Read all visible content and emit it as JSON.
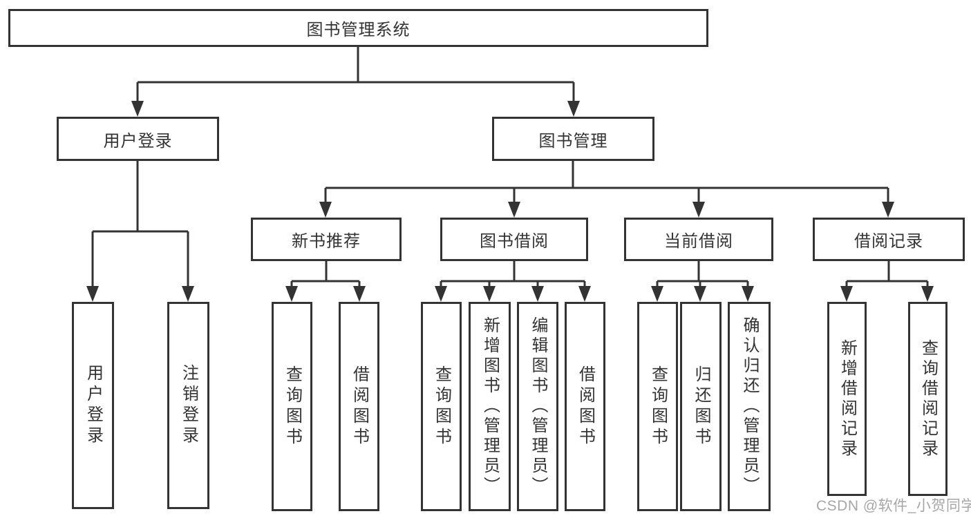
{
  "diagram": {
    "title": "图书管理系统",
    "type": "hierarchy-tree",
    "nodes": {
      "root": {
        "label": "图书管理系统"
      },
      "user_login": {
        "label": "用户登录"
      },
      "book_management": {
        "label": "图书管理"
      },
      "new_book_recommend": {
        "label": "新书推荐"
      },
      "book_borrow": {
        "label": "图书借阅"
      },
      "current_borrow": {
        "label": "当前借阅"
      },
      "borrow_records": {
        "label": "借阅记录"
      },
      "leaf_user_login": {
        "label": "用户登录"
      },
      "leaf_logout": {
        "label": "注销登录"
      },
      "leaf_query_book_a": {
        "label": "查询图书"
      },
      "leaf_borrow_book_a": {
        "label": "借阅图书"
      },
      "leaf_query_book_b": {
        "label": "查询图书"
      },
      "leaf_add_book": {
        "label": "新增图书（管理员）"
      },
      "leaf_edit_book": {
        "label": "编辑图书（管理员）"
      },
      "leaf_borrow_book_b": {
        "label": "借阅图书"
      },
      "leaf_query_book_c": {
        "label": "查询图书"
      },
      "leaf_return_book": {
        "label": "归还图书"
      },
      "leaf_confirm_return": {
        "label": "确认归还（管理员）"
      },
      "leaf_add_record": {
        "label": "新增借阅记录"
      },
      "leaf_query_record": {
        "label": "查询借阅记录"
      }
    },
    "edges": [
      [
        "root",
        "user_login"
      ],
      [
        "root",
        "book_management"
      ],
      [
        "user_login",
        "leaf_user_login"
      ],
      [
        "user_login",
        "leaf_logout"
      ],
      [
        "book_management",
        "new_book_recommend"
      ],
      [
        "book_management",
        "book_borrow"
      ],
      [
        "book_management",
        "current_borrow"
      ],
      [
        "book_management",
        "borrow_records"
      ],
      [
        "new_book_recommend",
        "leaf_query_book_a"
      ],
      [
        "new_book_recommend",
        "leaf_borrow_book_a"
      ],
      [
        "book_borrow",
        "leaf_query_book_b"
      ],
      [
        "book_borrow",
        "leaf_add_book"
      ],
      [
        "book_borrow",
        "leaf_edit_book"
      ],
      [
        "book_borrow",
        "leaf_borrow_book_b"
      ],
      [
        "current_borrow",
        "leaf_query_book_c"
      ],
      [
        "current_borrow",
        "leaf_return_book"
      ],
      [
        "current_borrow",
        "leaf_confirm_return"
      ],
      [
        "borrow_records",
        "leaf_add_record"
      ],
      [
        "borrow_records",
        "leaf_query_record"
      ]
    ],
    "watermark": "CSDN @软件_小贺同学",
    "colors": {
      "line": "#333333",
      "box_border": "#333333",
      "text": "#333333",
      "background": "#ffffff",
      "watermark": "#969696"
    }
  }
}
